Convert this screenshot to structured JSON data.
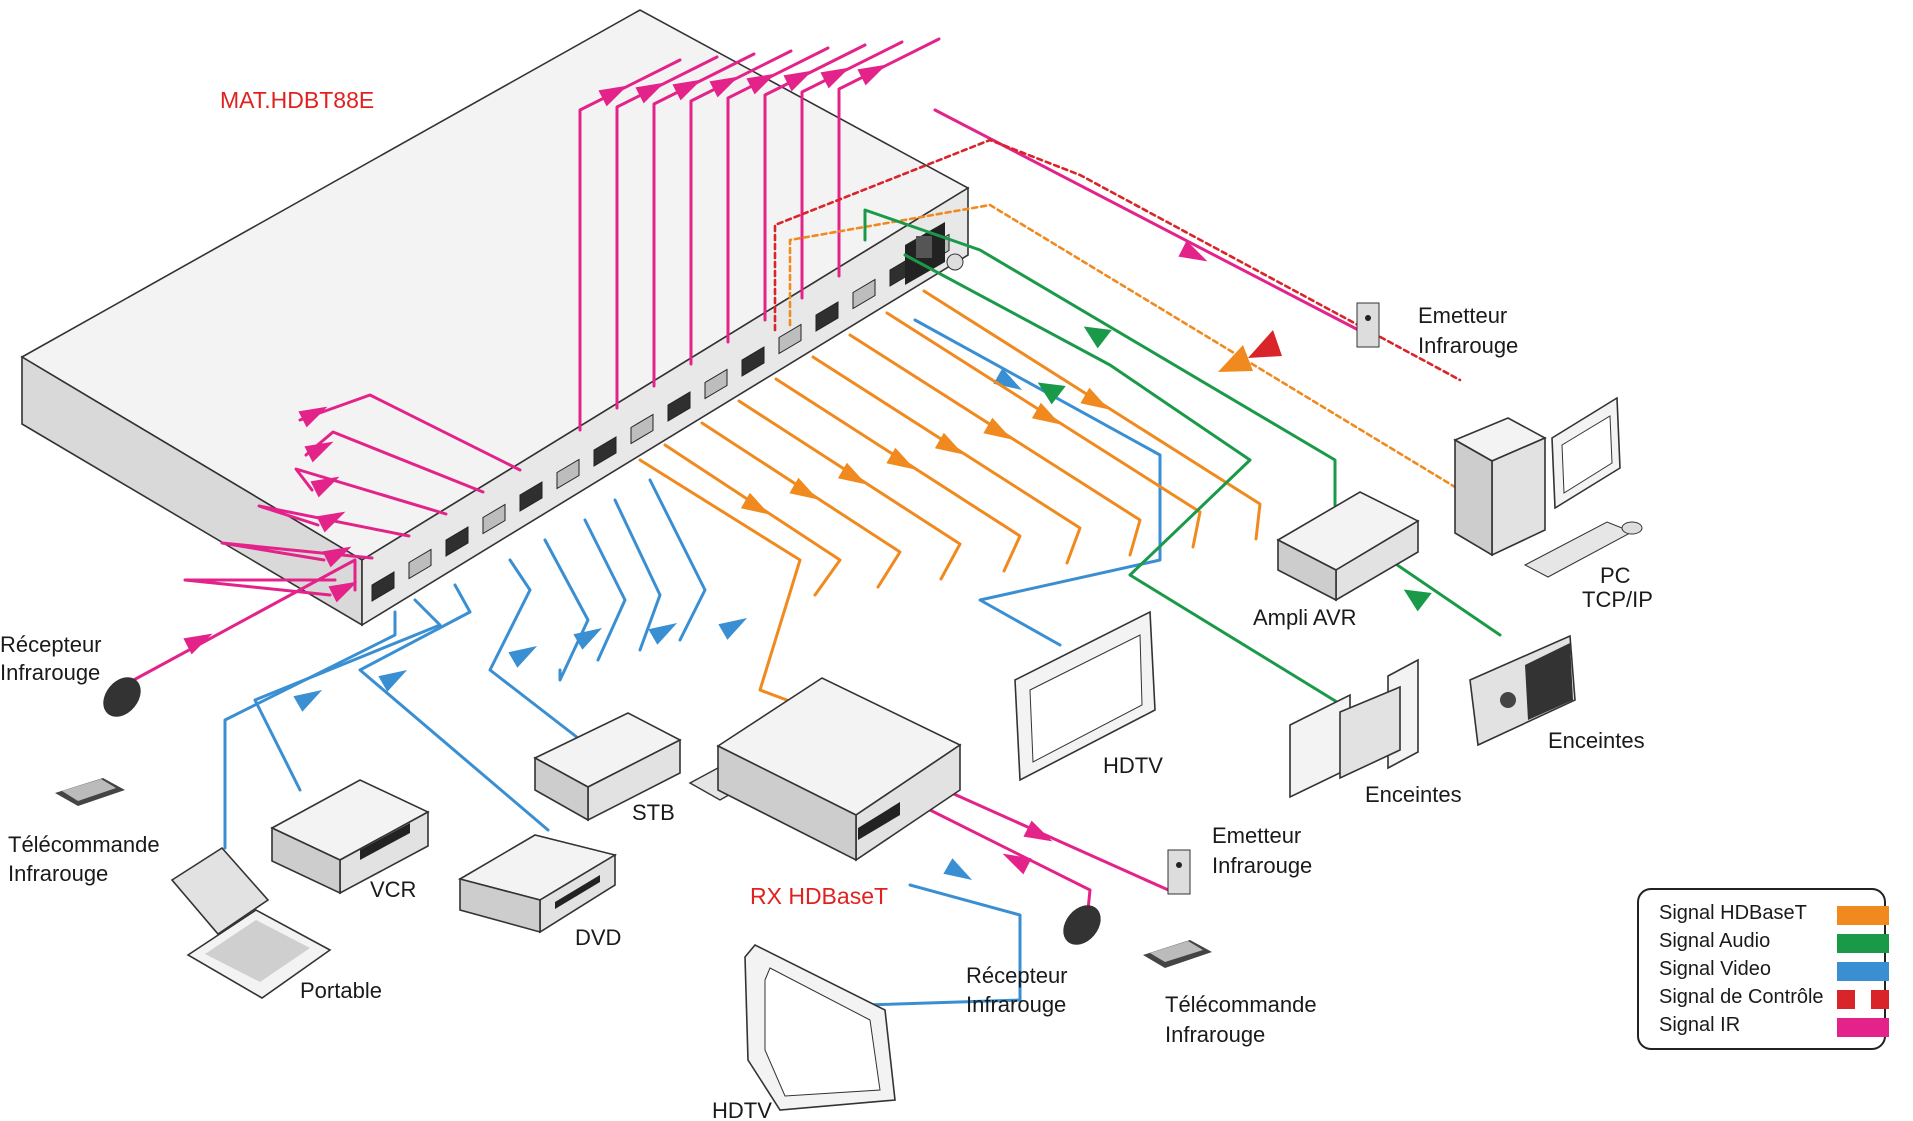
{
  "colors": {
    "hdbaset": "#f08a1e",
    "audio": "#1a9a49",
    "video": "#3a8fd3",
    "control": "#d9242a",
    "ir": "#e3238a",
    "matrix_title": "#e0221f"
  },
  "labels": {
    "matrix_model": "MAT.HDBT88E",
    "rx_hdbaset": "RX HDBaseT",
    "ir_receiver_left": [
      "Récepteur",
      "Infrarouge"
    ],
    "ir_remote_left": [
      "Télécommande",
      "Infrarouge"
    ],
    "laptop": "Portable",
    "vcr": "VCR",
    "dvd": "DVD",
    "stb": "STB",
    "hdtv_center": "HDTV",
    "hdtv_bottom": "HDTV",
    "ir_receiver_rx": [
      "Récepteur",
      "Infrarouge"
    ],
    "ir_remote_rx": [
      "Télécommande",
      "Infrarouge"
    ],
    "ir_emitter_rx": [
      "Emetteur",
      "Infrarouge"
    ],
    "ir_emitter_top": [
      "Emetteur",
      "Infrarouge"
    ],
    "pc": [
      "PC",
      "TCP/IP"
    ],
    "avr": "Ampli AVR",
    "speakers_center": "Enceintes",
    "speakers_right": "Enceintes"
  },
  "legend": {
    "hdbaset": "Signal HDBaseT",
    "audio": "Signal Audio",
    "video": "Signal Video",
    "control": "Signal de Contrôle",
    "ir": "Signal IR"
  },
  "icons": [
    "ir-receiver-icon",
    "remote-control-icon",
    "laptop-icon",
    "vcr-icon",
    "dvd-player-icon",
    "set-top-box-icon",
    "tv-icon",
    "ir-emitter-icon",
    "pc-tower-icon",
    "monitor-icon",
    "keyboard-icon",
    "mouse-icon",
    "av-receiver-icon",
    "speaker-icon",
    "power-socket-icon"
  ]
}
